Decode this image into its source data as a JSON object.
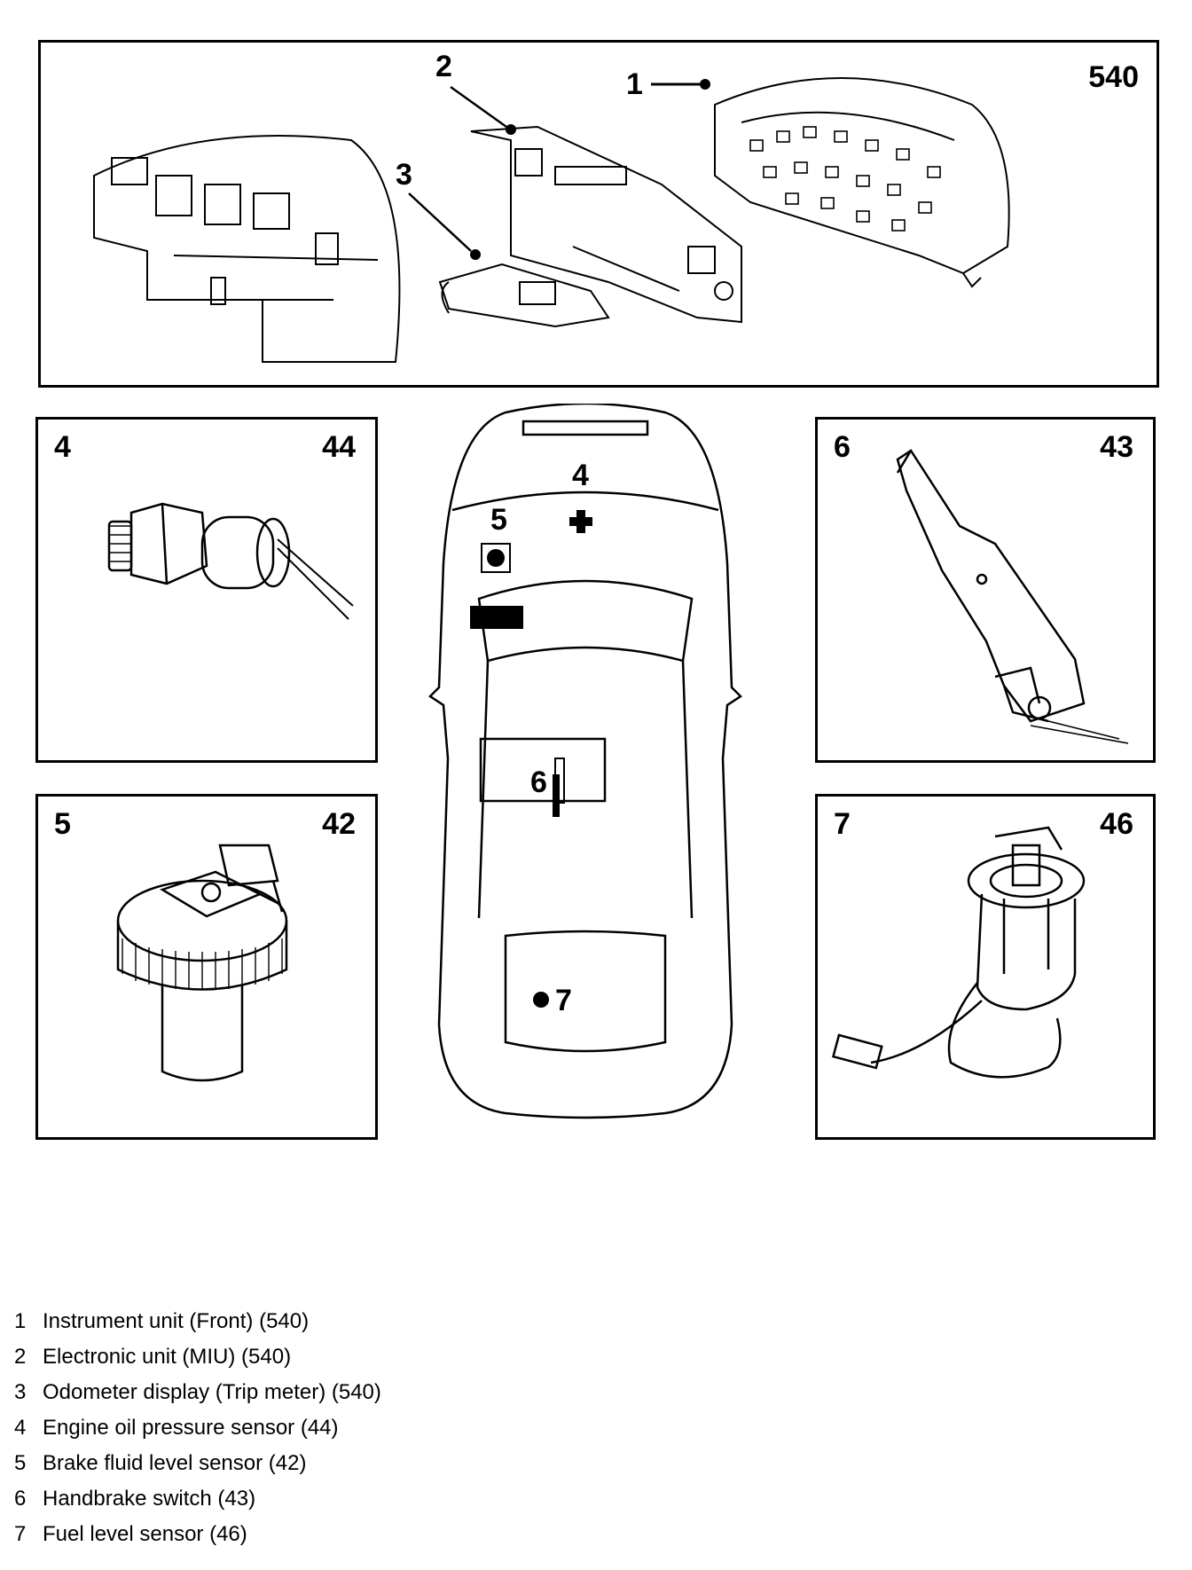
{
  "panels": {
    "top": {
      "group": "540",
      "callouts": [
        "1",
        "2",
        "3"
      ]
    },
    "oil": {
      "item": "4",
      "group": "44"
    },
    "brake_fluid": {
      "item": "5",
      "group": "42"
    },
    "handbrake": {
      "item": "6",
      "group": "43"
    },
    "fuel": {
      "item": "7",
      "group": "46"
    }
  },
  "car_markers": [
    "4",
    "5",
    "6",
    "7"
  ],
  "legend": [
    {
      "num": "1",
      "text": "Instrument unit (Front) (540)"
    },
    {
      "num": "2",
      "text": "Electronic unit (MIU) (540)"
    },
    {
      "num": "3",
      "text": "Odometer display (Trip meter) (540)"
    },
    {
      "num": "4",
      "text": "Engine oil pressure sensor (44)"
    },
    {
      "num": "5",
      "text": "Brake fluid level sensor (42)"
    },
    {
      "num": "6",
      "text": "Handbrake switch (43)"
    },
    {
      "num": "7",
      "text": "Fuel level sensor (46)"
    }
  ]
}
